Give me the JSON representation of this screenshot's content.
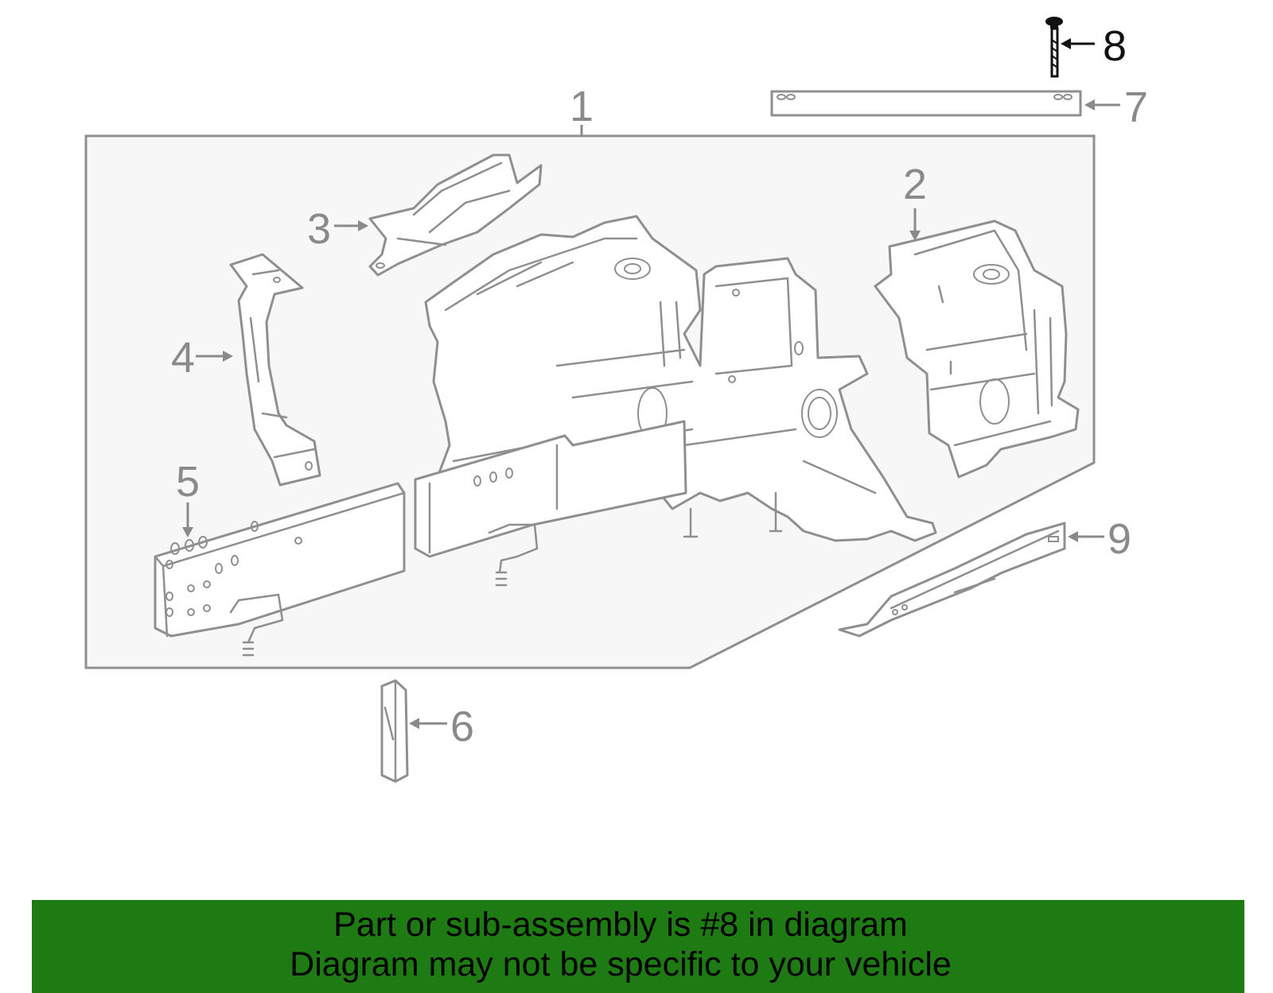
{
  "callouts": {
    "c1": "1",
    "c2": "2",
    "c3": "3",
    "c4": "4",
    "c5": "5",
    "c6": "6",
    "c7": "7",
    "c8": "8",
    "c9": "9"
  },
  "highlighted_part": "8",
  "banner": {
    "line1": "Part or sub-assembly is #8 in diagram",
    "line2": "Diagram may not be specific to your vehicle",
    "background": "#1e7a12"
  },
  "colors": {
    "assembly_box_fill": "#f7f7f7",
    "part_stroke": "#8f8f8f",
    "highlight": "#111111"
  }
}
